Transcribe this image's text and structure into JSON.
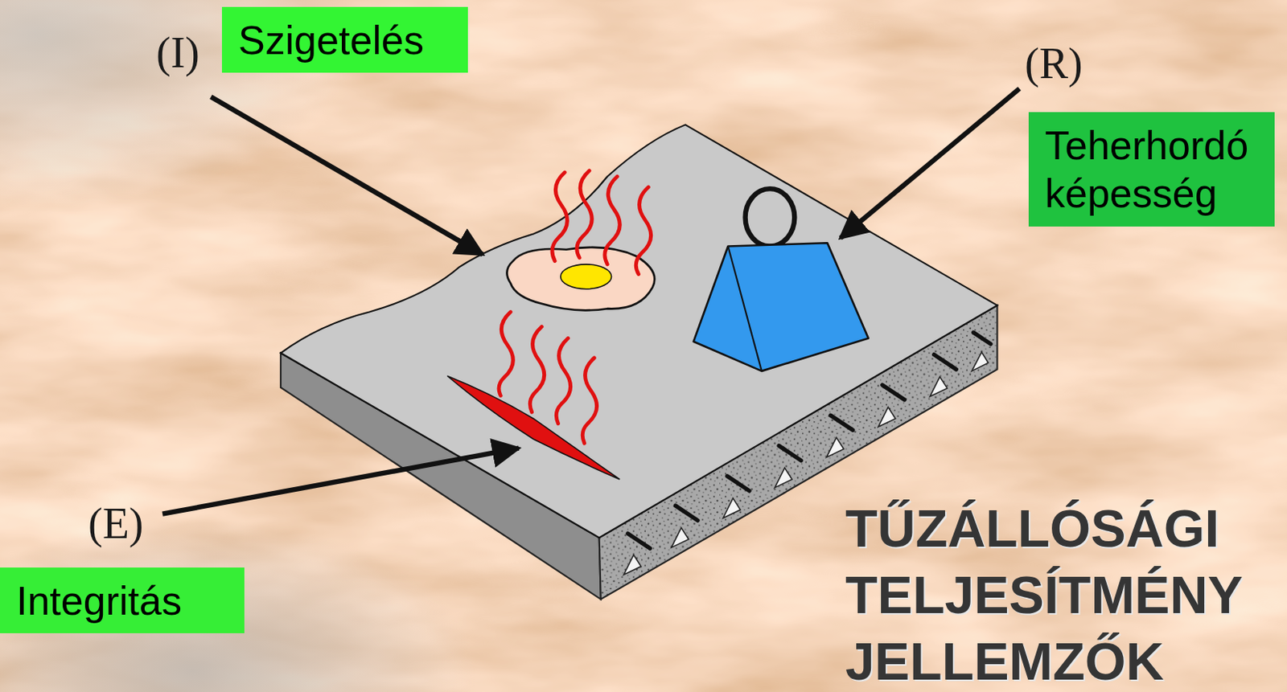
{
  "diagram": {
    "title": "TŰZÁLLÓSÁGI TELJESÍTMÉNY JELLEMZŐK",
    "nodes": [
      {
        "text": [
          "Szigetelés"
        ]
      },
      {
        "text": [
          "Teherhordó képesség"
        ]
      },
      {
        "text": [
          "Integritás"
        ]
      }
    ],
    "labels": [
      "(I)",
      "(R)",
      "(E)"
    ]
  }
}
